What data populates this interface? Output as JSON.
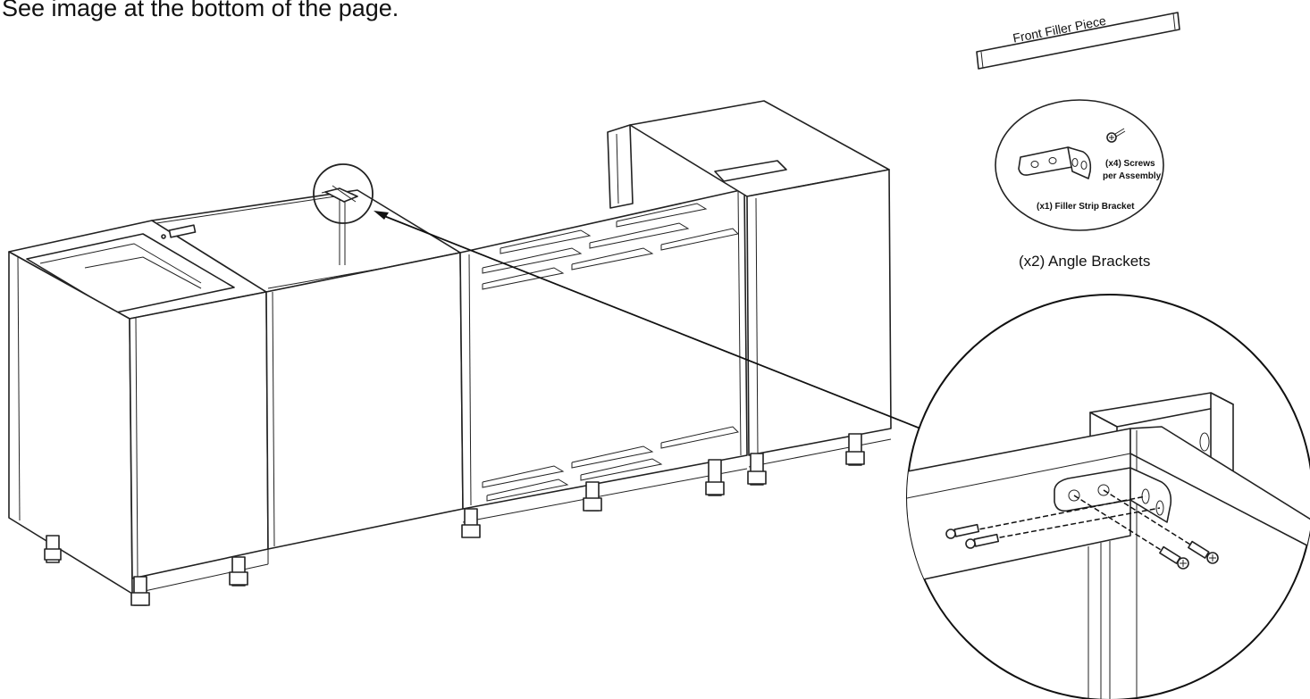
{
  "instruction_text": "See image at the bottom of the page.",
  "labels": {
    "front_filler_piece": "Front Filler Piece",
    "screws": "(x4) Screws",
    "per_assembly": "per Assembly",
    "filler_strip_bracket": "(x1) Filler Strip Bracket",
    "angle_brackets": "(x2) Angle Brackets"
  },
  "colors": {
    "line": "#222222",
    "background": "#ffffff"
  }
}
